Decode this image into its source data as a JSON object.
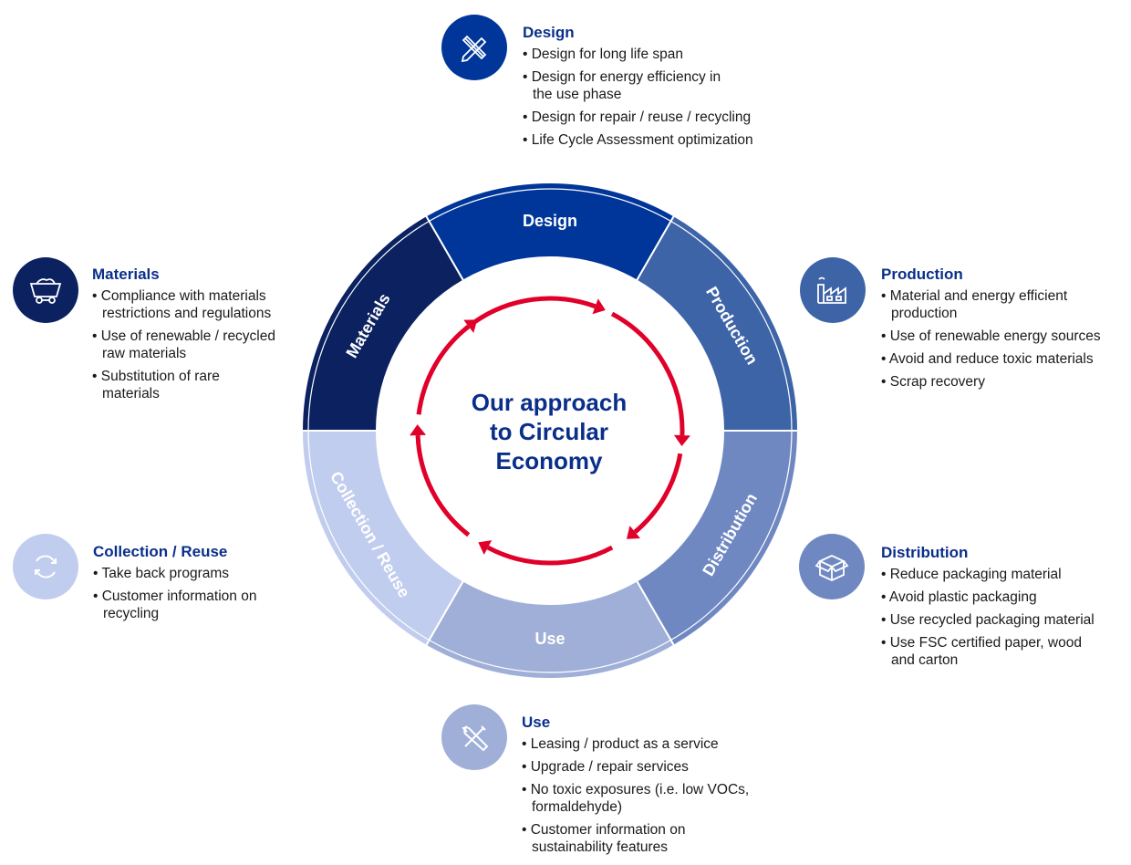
{
  "center_title": [
    "Our approach",
    "to Circular",
    "Economy"
  ],
  "colors": {
    "materials": "#0b2160",
    "design": "#003599",
    "production": "#3e64a8",
    "distribution": "#7088c2",
    "use": "#9fafd8",
    "collection": "#c1cdee",
    "arrow": "#e0002a",
    "heading": "#0a2f8a"
  },
  "segments": [
    {
      "label": "Design"
    },
    {
      "label": "Production"
    },
    {
      "label": "Distribution"
    },
    {
      "label": "Use"
    },
    {
      "label": "Collection / Reuse"
    },
    {
      "label": "Materials"
    }
  ],
  "blocks": {
    "design": {
      "title": "Design",
      "icon": "pencil-ruler-icon",
      "items": [
        "Design for long life span",
        "Design for energy efficiency in the use phase",
        "Design for repair / reuse / recycling",
        "Life Cycle Assessment optimization"
      ]
    },
    "production": {
      "title": "Production",
      "icon": "factory-icon",
      "items": [
        "Material and energy efficient production",
        "Use of renewable energy sources",
        "Avoid and reduce toxic materials",
        "Scrap recovery"
      ]
    },
    "distribution": {
      "title": "Distribution",
      "icon": "box-icon",
      "items": [
        "Reduce packaging material",
        "Avoid plastic packaging",
        "Use recycled packaging material",
        "Use FSC certified paper, wood and carton"
      ]
    },
    "use": {
      "title": "Use",
      "icon": "wrench-screwdriver-icon",
      "items": [
        "Leasing / product as a service",
        "Upgrade / repair services",
        "No toxic exposures (i.e. low VOCs, formaldehyde)",
        "Customer information on sustainability features"
      ]
    },
    "collection": {
      "title": "Collection / Reuse",
      "icon": "recycle-arrows-icon",
      "items": [
        "Take back programs",
        "Customer information on recycling"
      ]
    },
    "materials": {
      "title": "Materials",
      "icon": "mine-cart-icon",
      "items": [
        "Compliance with materials restrictions and regulations",
        "Use of renewable / recycled raw materials",
        "Substitution of rare materials"
      ]
    }
  }
}
